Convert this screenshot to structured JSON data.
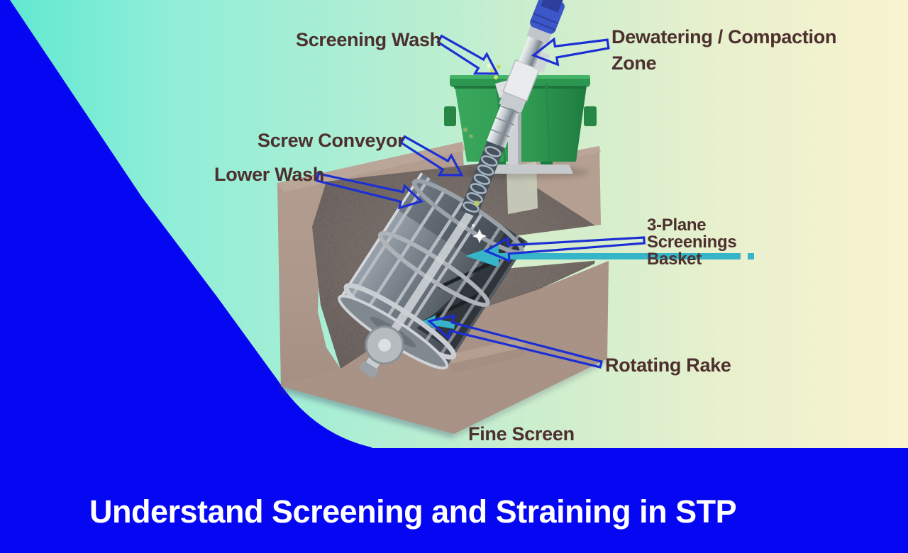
{
  "title": {
    "text": "Understand Screening and Straining in STP"
  },
  "labels": {
    "screening_wash": "Screening Wash",
    "dewatering_zone": "Dewatering / Compaction\nZone",
    "screw_conveyor": "Screw Conveyor",
    "lower_wash": "Lower Wash",
    "three_plane_basket": "3-Plane\nScreenings\nBasket",
    "rotating_rake": "Rotating Rake",
    "fine_screen": "Fine Screen"
  },
  "colors": {
    "accent_blue": "#0507f2",
    "arrow_blue": "#1c2fd4",
    "label_text": "#4d302e",
    "title_text": "#ffffff",
    "water_teal": "#36b5c8",
    "bin_green": "#2f9b51",
    "concrete_brown": "#b49a8b",
    "gradient_left": "#5ee8cf",
    "gradient_right": "#f9f3d0"
  }
}
